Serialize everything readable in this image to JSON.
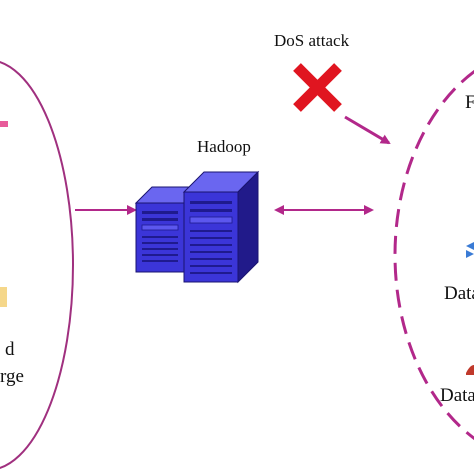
{
  "colors": {
    "ellipse": "#a0307f",
    "arrow": "#b2288a",
    "cross": "#e01520",
    "server_front": "#3b35d8",
    "server_dark": "#211a8a",
    "server_top": "#6a66f0",
    "text": "#111111",
    "pink_mark": "#e85b9a",
    "yellow_mark": "#f5d78a",
    "blue_mark": "#3a7bd5",
    "red_mark": "#c0392b"
  },
  "labels": {
    "dos_attack": "DoS attack",
    "hadoop": "Hadoop",
    "left_line1": "d",
    "left_line2": "rge",
    "right_top": "F",
    "right_mid": "Data",
    "right_bottom": "Data"
  },
  "icons": {
    "attack": "cross-icon",
    "cluster": "server-icon"
  }
}
